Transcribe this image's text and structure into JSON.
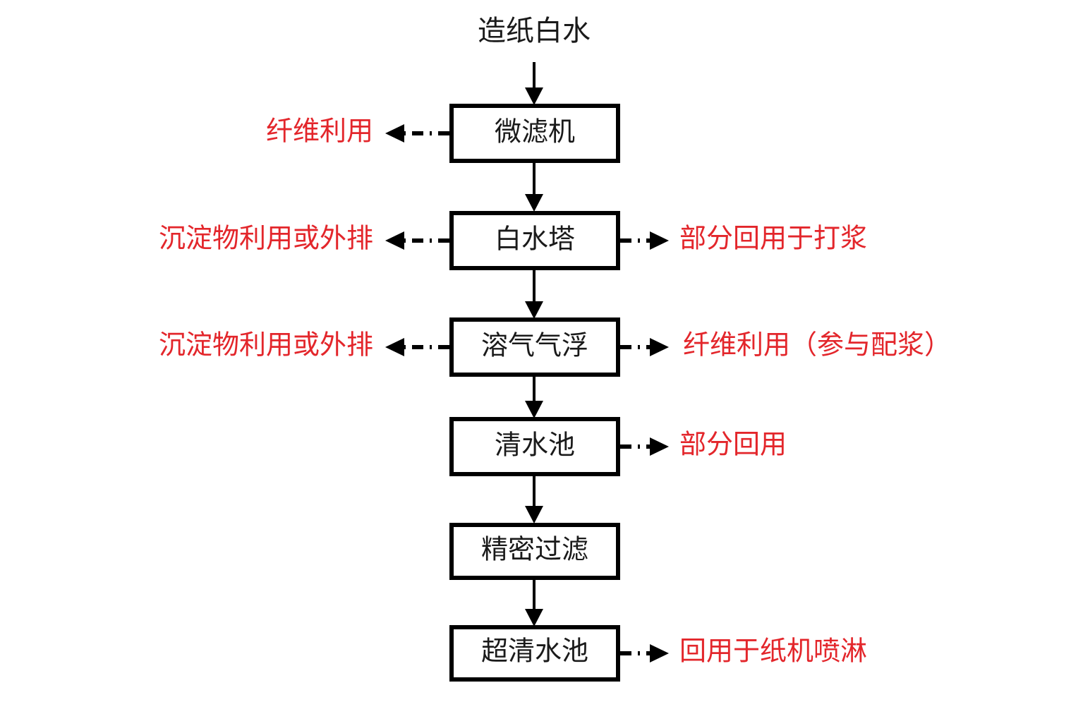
{
  "diagram": {
    "title": "造纸白水",
    "accent_color": "#e3262b",
    "line_color": "#000000",
    "background_color": "#ffffff",
    "nodes": [
      {
        "id": "microfilter",
        "label": "微滤机"
      },
      {
        "id": "whitewater-tower",
        "label": "白水塔"
      },
      {
        "id": "dissolved-air-flotation",
        "label": "溶气气浮"
      },
      {
        "id": "clearwater-pool",
        "label": "清水池"
      },
      {
        "id": "precision-filtration",
        "label": "精密过滤"
      },
      {
        "id": "ultraclear-water-pool",
        "label": "超清水池"
      }
    ],
    "left_branches": [
      {
        "from": "microfilter",
        "label": "纤维利用"
      },
      {
        "from": "whitewater-tower",
        "label": "沉淀物利用或外排"
      },
      {
        "from": "dissolved-air-flotation",
        "label": "沉淀物利用或外排"
      }
    ],
    "right_branches": [
      {
        "from": "whitewater-tower",
        "label": "部分回用于打浆"
      },
      {
        "from": "dissolved-air-flotation",
        "label": "纤维利用（参与配浆）"
      },
      {
        "from": "clearwater-pool",
        "label": "部分回用"
      },
      {
        "from": "ultraclear-water-pool",
        "label": "回用于纸机喷淋"
      }
    ],
    "flow_sequence": [
      "造纸白水",
      "微滤机",
      "白水塔",
      "溶气气浮",
      "清水池",
      "精密过滤",
      "超清水池"
    ]
  }
}
